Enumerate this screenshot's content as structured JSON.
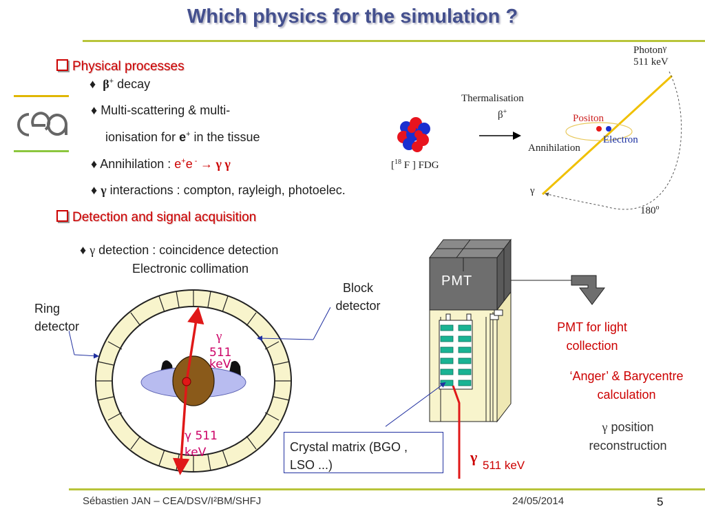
{
  "title": "Which physics for the simulation ?",
  "logo": {
    "text": "cea"
  },
  "section1": {
    "heading": "Physical processes",
    "bullets": {
      "b1_symbol": "β",
      "b1_sup": "+",
      "b1_text": " decay",
      "b2_line1": "Multi-scattering & multi-",
      "b2_line2_pre": "ionisation for ",
      "b2_bold": "e",
      "b2_sup": "+",
      "b2_post": " in the tissue",
      "b3_pre": "Annihilation : ",
      "b3_e1": "e",
      "b3_sup1": "+",
      "b3_e2": "e",
      "b3_sup2": " -",
      "b3_post": " → γ γ",
      "b4_symbol": "γ",
      "b4_text": " interactions : compton, rayleigh, photoelec."
    }
  },
  "annihilation_figure": {
    "photon_label": "Photon",
    "photon_gamma": "γ",
    "photon_energy": "511 keV",
    "thermalisation": "Thermalisation",
    "beta": "β",
    "beta_sup": "+",
    "positon": "Positon",
    "electron": "Electron",
    "annihilation": "Annihilation",
    "gamma": "γ",
    "angle": "180",
    "angle_sup": "o",
    "fdg_pre": "[",
    "fdg_sup": "18",
    "fdg_post": " F ] FDG"
  },
  "section2": {
    "heading": "Detection and signal acquisition",
    "bullet_symbol": "γ",
    "bullet_text": " detection : coincidence detection",
    "bullet_line2": "Electronic collimation"
  },
  "ring_figure": {
    "ring_label_1": "Ring",
    "ring_label_2": "detector",
    "block_label_1": "Block",
    "block_label_2": "detector",
    "gamma_top": "γ",
    "energy_top_1": "511",
    "energy_top_2": "keV",
    "gamma_bottom": "γ 511",
    "energy_bottom": "keV"
  },
  "block_figure": {
    "pmt": "PMT",
    "crystal_label_1": "Crystal matrix (BGO ,",
    "crystal_label_2": "LSO ...)",
    "gamma": "γ",
    "energy": "511 keV"
  },
  "right_notes": {
    "pmt_1": "PMT for light",
    "pmt_2": "collection",
    "anger_1": "‘Anger’ & Barycentre",
    "anger_2": "calculation",
    "pos_gamma": "γ",
    "pos_1": " position",
    "pos_2": "reconstruction"
  },
  "footer": {
    "author": "Sébastien JAN – CEA/DSV/I²BM/SHFJ",
    "date": "24/05/2014",
    "page": "5"
  },
  "colors": {
    "title": "#44508e",
    "accent_green": "#b8c43a",
    "heading_red": "#cc0000",
    "ring_fill": "#f8f4cc",
    "block_gray": "#6e6e6e",
    "crystal_teal": "#1ab394"
  }
}
